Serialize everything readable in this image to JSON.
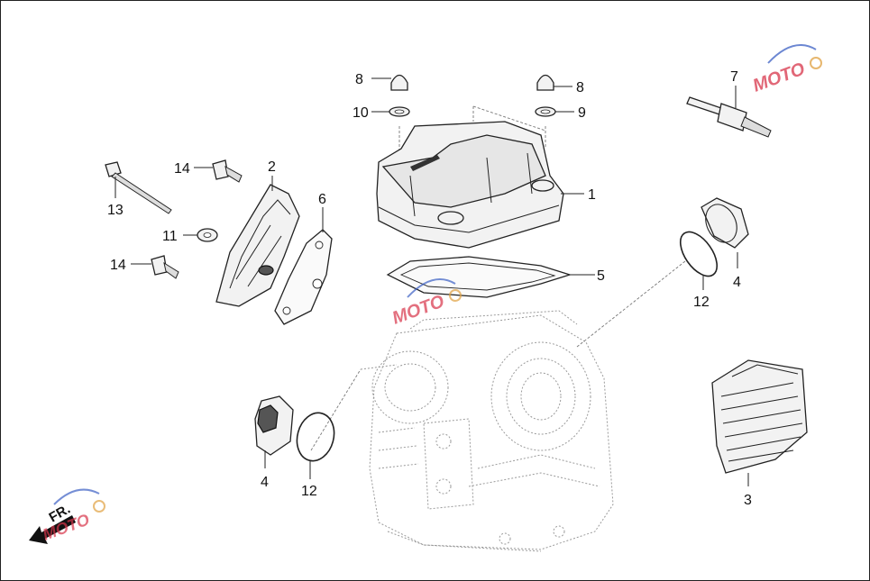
{
  "diagram": {
    "callouts": [
      {
        "id": "c1",
        "label": "1"
      },
      {
        "id": "c2",
        "label": "2"
      },
      {
        "id": "c3",
        "label": "3"
      },
      {
        "id": "c4a",
        "label": "4"
      },
      {
        "id": "c4b",
        "label": "4"
      },
      {
        "id": "c5",
        "label": "5"
      },
      {
        "id": "c6",
        "label": "6"
      },
      {
        "id": "c7",
        "label": "7"
      },
      {
        "id": "c8a",
        "label": "8"
      },
      {
        "id": "c8b",
        "label": "8"
      },
      {
        "id": "c9",
        "label": "9"
      },
      {
        "id": "c10",
        "label": "10"
      },
      {
        "id": "c11",
        "label": "11"
      },
      {
        "id": "c12a",
        "label": "12"
      },
      {
        "id": "c12b",
        "label": "12"
      },
      {
        "id": "c13",
        "label": "13"
      },
      {
        "id": "c14a",
        "label": "14"
      },
      {
        "id": "c14b",
        "label": "14"
      }
    ],
    "direction_label": "FR.",
    "watermark_text": "MOTO",
    "colors": {
      "line": "#222222",
      "ghost": "#9a9a9a",
      "watermark_red": "#d8354a",
      "watermark_blue": "#3b5fc4"
    }
  }
}
